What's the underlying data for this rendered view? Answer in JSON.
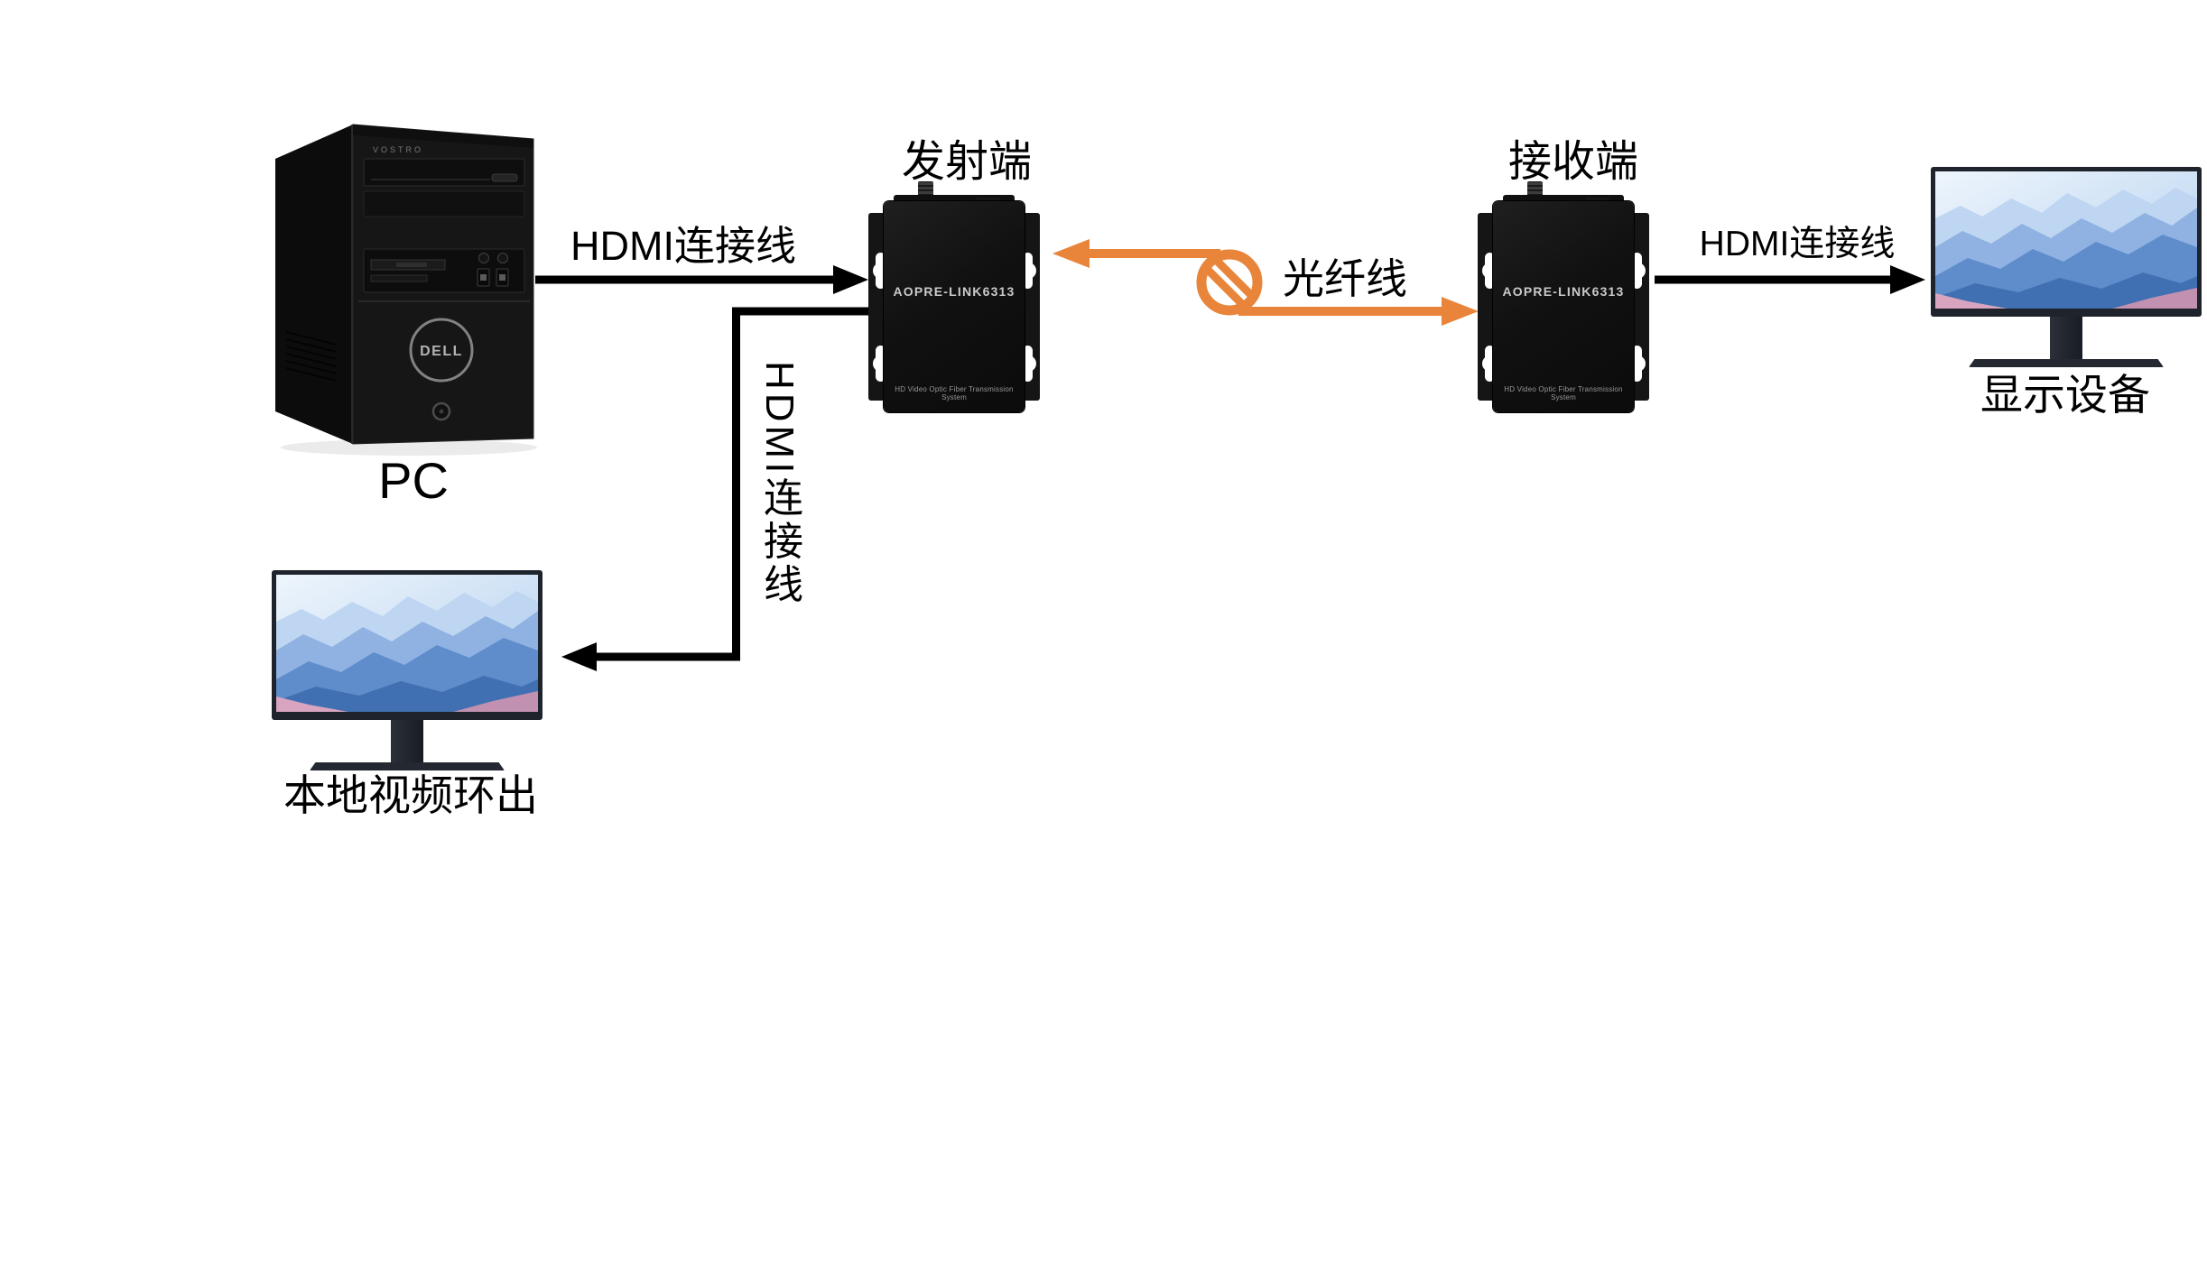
{
  "nodes": {
    "pc": {
      "label": "PC",
      "brand": "DELL",
      "model_badge": "VOSTRO"
    },
    "transmitter": {
      "title": "发射端",
      "model": "AOPRE-LINK6313",
      "subtitle": "HD Video Optic Fiber Transmission System"
    },
    "receiver": {
      "title": "接收端",
      "model": "AOPRE-LINK6313",
      "subtitle": "HD Video Optic Fiber Transmission System"
    },
    "loopout_monitor": {
      "label": "本地视频环出"
    },
    "display_monitor": {
      "label": "显示设备"
    }
  },
  "connections": {
    "pc_to_transmitter": {
      "label": "HDMI连接线",
      "color": "#000000"
    },
    "transmitter_to_loopout": {
      "label": "HDMI连接线",
      "color": "#000000"
    },
    "fiber_link": {
      "label": "光纤线",
      "color": "#E8853A"
    },
    "receiver_to_display": {
      "label": "HDMI连接线",
      "color": "#000000"
    }
  }
}
